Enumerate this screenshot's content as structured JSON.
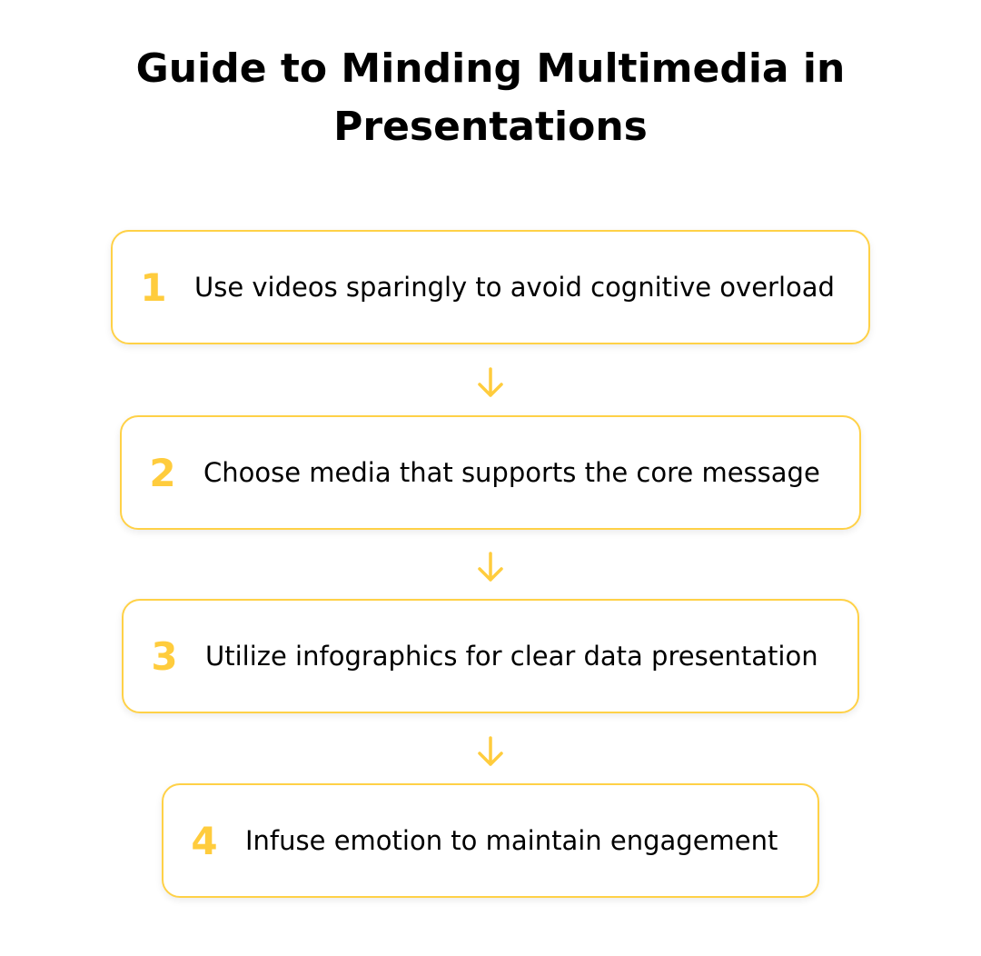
{
  "title": "Guide to Minding Multimedia in Presentations",
  "steps": [
    {
      "number": "1",
      "label": "Use videos sparingly to avoid cognitive overload"
    },
    {
      "number": "2",
      "label": "Choose media that supports the core message"
    },
    {
      "number": "3",
      "label": "Utilize infographics for clear data presentation"
    },
    {
      "number": "4",
      "label": "Infuse emotion to maintain engagement"
    }
  ],
  "colors": {
    "accent": "#FFCC3D"
  }
}
